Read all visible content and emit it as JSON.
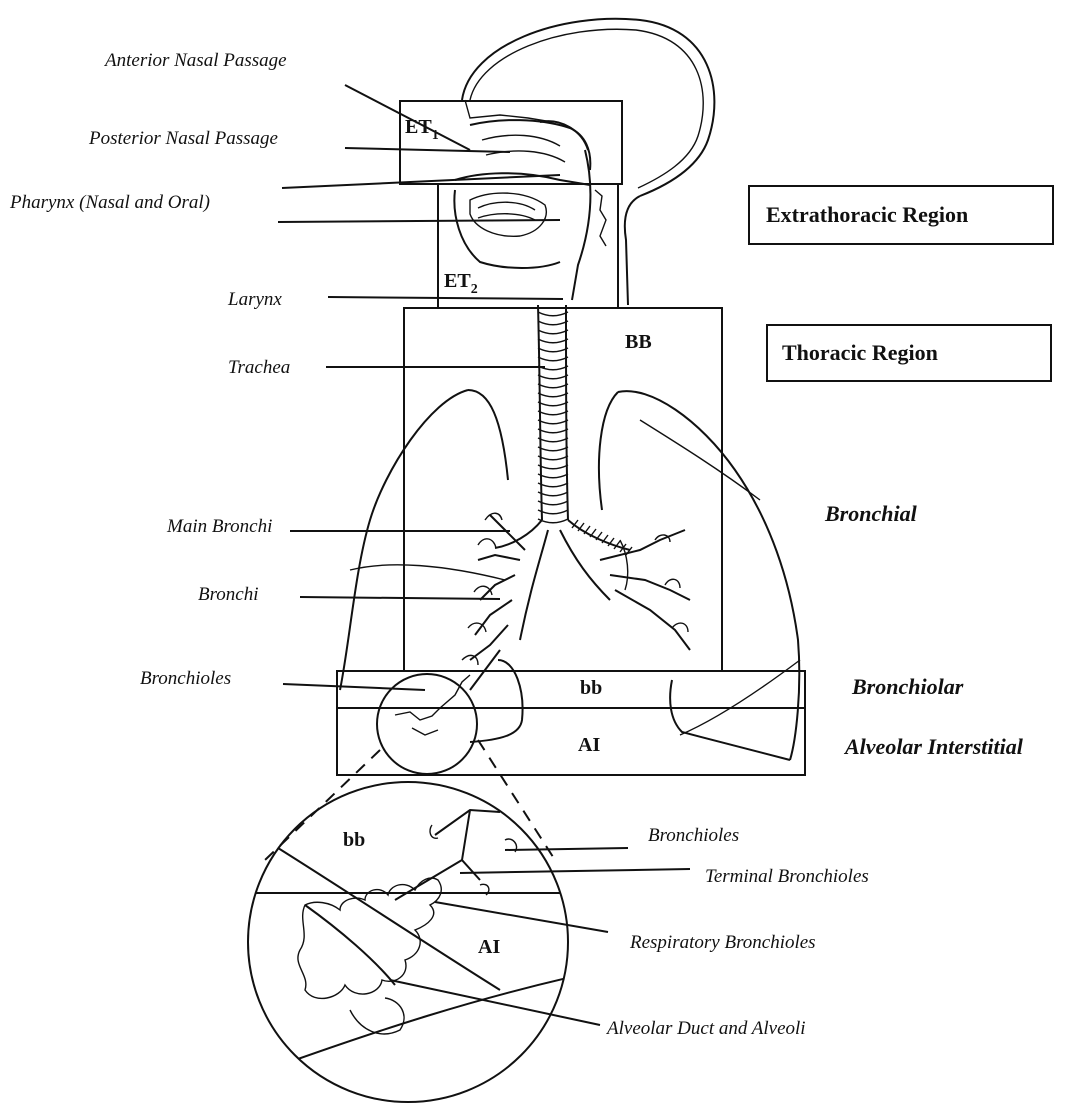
{
  "labels": {
    "anterior_nasal": "Anterior Nasal Passage",
    "posterior_nasal": "Posterior Nasal Passage",
    "pharynx": "Pharynx (Nasal and Oral)",
    "larynx": "Larynx",
    "trachea": "Trachea",
    "main_bronchi": "Main Bronchi",
    "bronchi": "Bronchi",
    "bronchioles": "Bronchioles"
  },
  "regions": {
    "extrathoracic": "Extrathoracic Region",
    "thoracic": "Thoracic Region"
  },
  "zones": {
    "bronchial": "Bronchial",
    "bronchiolar": "Bronchiolar",
    "alveolar_interstitial": "Alveolar Interstitial"
  },
  "codes": {
    "et1_base": "ET",
    "et1_sub": "1",
    "et2_base": "ET",
    "et2_sub": "2",
    "bb_upper": "BB",
    "bb_lower": "bb",
    "ai": "AI"
  },
  "inset": {
    "bb": "bb",
    "ai": "AI",
    "bronchioles": "Bronchioles",
    "terminal_bronchioles": "Terminal Bronchioles",
    "respiratory_bronchioles": "Respiratory Bronchioles",
    "alveolar_duct": "Alveolar Duct and Alveoli"
  }
}
